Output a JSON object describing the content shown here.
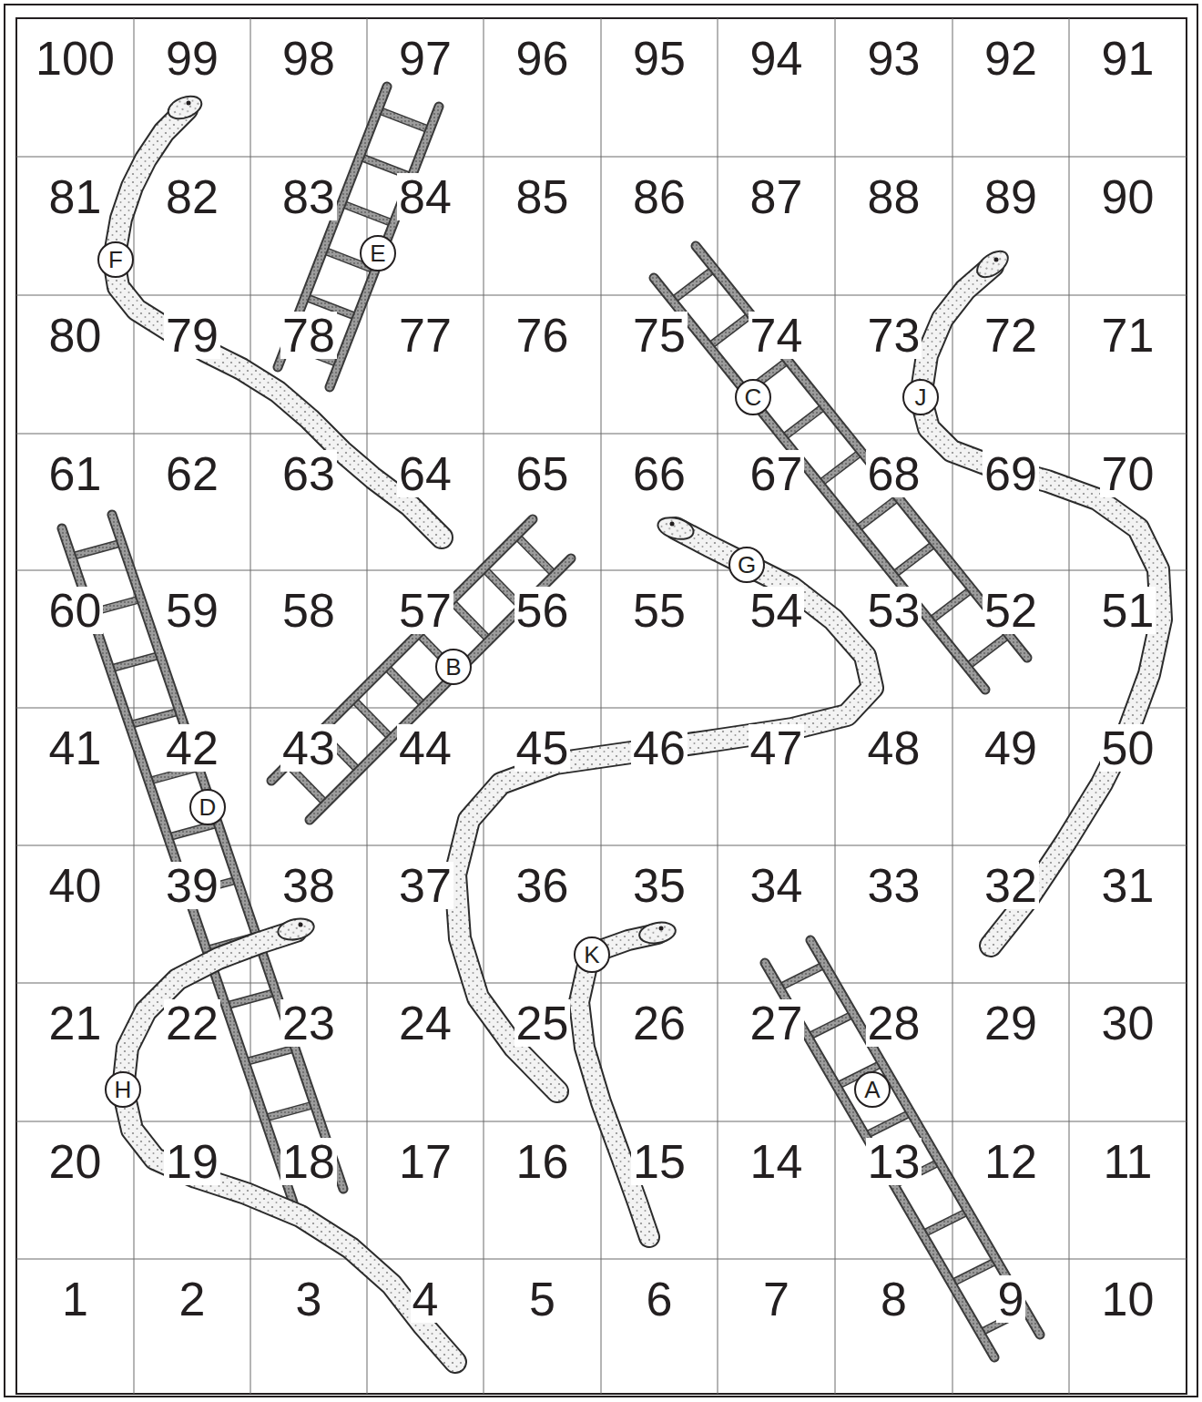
{
  "diagram": {
    "nodes": [
      {
        "text": [
          "F"
        ]
      },
      {
        "text": [
          "E"
        ]
      },
      {
        "text": [
          "C"
        ]
      },
      {
        "text": [
          "J"
        ]
      },
      {
        "text": [
          "G"
        ]
      },
      {
        "text": [
          "B"
        ]
      },
      {
        "text": [
          "D"
        ]
      },
      {
        "text": [
          "K"
        ]
      },
      {
        "text": [
          "H"
        ]
      },
      {
        "text": [
          "A"
        ]
      }
    ],
    "labels": [
      "100",
      "99",
      "98",
      "97",
      "96",
      "95",
      "94",
      "93",
      "92",
      "91",
      "81",
      "82",
      "83",
      "84",
      "85",
      "86",
      "87",
      "88",
      "89",
      "90",
      "80",
      "79",
      "78",
      "77",
      "76",
      "75",
      "74",
      "73",
      "72",
      "71",
      "61",
      "62",
      "63",
      "64",
      "65",
      "66",
      "67",
      "68",
      "69",
      "70",
      "60",
      "59",
      "58",
      "57",
      "56",
      "55",
      "54",
      "53",
      "52",
      "51",
      "41",
      "42",
      "43",
      "44",
      "45",
      "46",
      "47",
      "48",
      "49",
      "50",
      "40",
      "39",
      "38",
      "37",
      "36",
      "35",
      "34",
      "33",
      "32",
      "31",
      "21",
      "22",
      "23",
      "24",
      "25",
      "26",
      "27",
      "28",
      "29",
      "30",
      "20",
      "19",
      "18",
      "17",
      "16",
      "15",
      "14",
      "13",
      "12",
      "11",
      "1",
      "2",
      "3",
      "4",
      "5",
      "6",
      "7",
      "8",
      "9",
      "10"
    ]
  }
}
